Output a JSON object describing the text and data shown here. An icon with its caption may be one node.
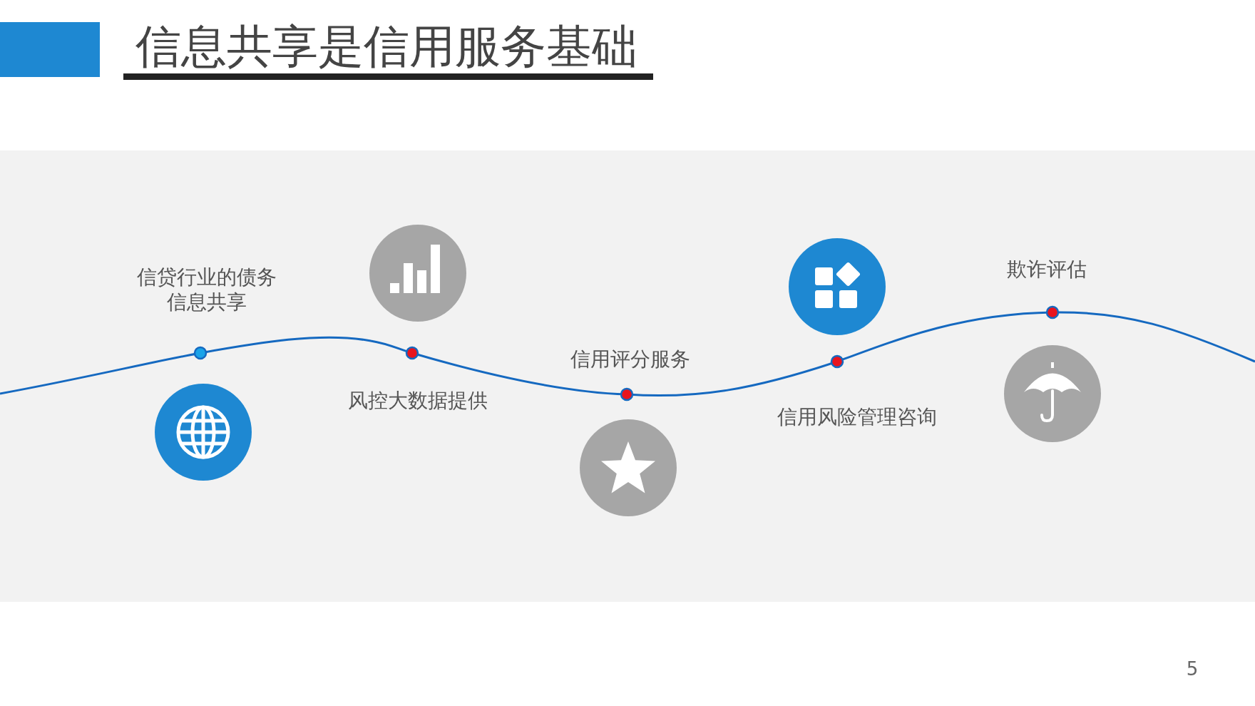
{
  "diagram": {
    "title": "信息共享是信用服务基础",
    "labels": [
      "信贷行业的债务信息共享",
      "风控大数据提供",
      "信用评分服务",
      "信用风险管理咨询",
      "欺诈评估",
      "5"
    ]
  }
}
